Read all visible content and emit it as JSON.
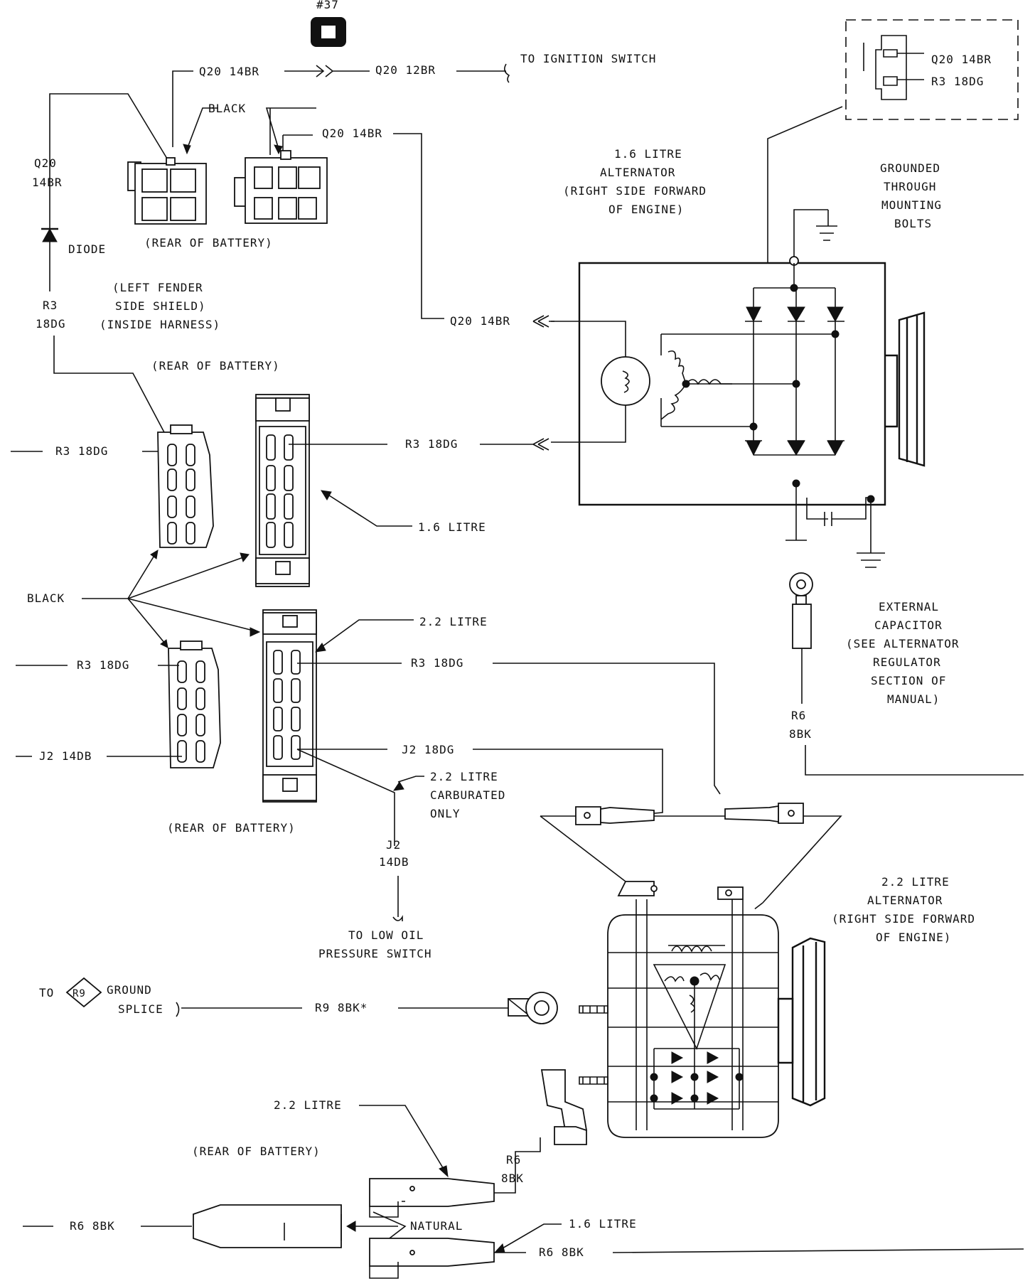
{
  "top": {
    "badge": "#37",
    "q20_14br": "Q20 14BR",
    "q20_12br": "Q20 12BR",
    "to_ignition": "TO IGNITION SWITCH",
    "black": "BLACK",
    "q20_14br_b": "Q20 14BR",
    "q20_side": "Q20",
    "br14_side": "14BR",
    "diode": "DIODE",
    "rear_battery_1": "(REAR OF BATTERY)",
    "r3_side": "R3",
    "dg18_side": "18DG",
    "left_fender_1": "(LEFT FENDER",
    "left_fender_2": "SIDE SHIELD)",
    "left_fender_3": "(INSIDE HARNESS)"
  },
  "inset": {
    "q20": "Q20 14BR",
    "r3": "R3 18DG"
  },
  "alt16": {
    "line1": "1.6 LITRE",
    "line2": "ALTERNATOR",
    "line3": "(RIGHT SIDE FORWARD",
    "line4": "OF ENGINE)",
    "grounded_1": "GROUNDED",
    "grounded_2": "THROUGH",
    "grounded_3": "MOUNTING",
    "grounded_4": "BOLTS",
    "q20_feed": "Q20 14BR",
    "r3_feed": "R3 18DG"
  },
  "mid": {
    "rear_battery_2": "(REAR OF BATTERY)",
    "r3_left": "R3 18DG",
    "litre16": "1.6 LITRE",
    "black_main": "BLACK",
    "litre22": "2.2 LITRE",
    "r3_22": "R3 18DG",
    "r3_left2": "R3 18DG",
    "j2_left": "J2 14DB",
    "j2_18dg": "J2 18DG",
    "carb_1": "2.2 LITRE",
    "carb_2": "CARBURATED",
    "carb_3": "ONLY",
    "rear_battery_3": "(REAR OF BATTERY)",
    "j2": "J2",
    "db14": "14DB",
    "low_oil_1": "TO LOW OIL",
    "low_oil_2": "PRESSURE SWITCH",
    "ext_1": "EXTERNAL",
    "ext_2": "CAPACITOR",
    "ext_3": "(SEE ALTERNATOR",
    "ext_4": "REGULATOR",
    "ext_5": "SECTION OF",
    "ext_6": "MANUAL)",
    "r6": "R6",
    "bk8": "8BK"
  },
  "alt22": {
    "line1": "2.2 LITRE",
    "line2": "ALTERNATOR",
    "line3": "(RIGHT SIDE FORWARD",
    "line4": "OF ENGINE)"
  },
  "bottom": {
    "to": "TO",
    "r9_badge": "R9",
    "ground": "GROUND",
    "splice": "SPLICE",
    "r9_8bk": "R9 8BK*",
    "litre22": "2.2 LITRE",
    "rear_battery_4": "(REAR OF BATTERY)",
    "r6": "R6",
    "bk8": "8BK",
    "r6_8bk_left": "R6 8BK",
    "natural": "NATURAL",
    "litre16": "1.6 LITRE",
    "r6_8bk_right": "R6 8BK"
  }
}
